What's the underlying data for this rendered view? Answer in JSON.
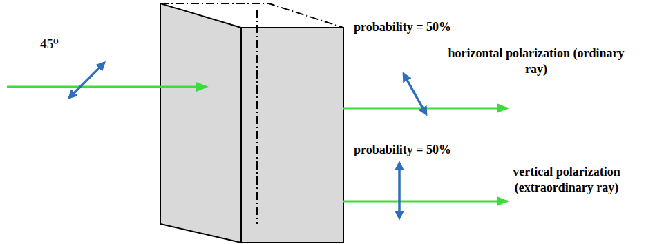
{
  "diagram": {
    "labels": [
      "45⁰",
      "probability = 50%",
      "horizontal polarization (ordinary ray)",
      "probability = 50%",
      "vertical polarization (extraordinary ray)"
    ]
  }
}
